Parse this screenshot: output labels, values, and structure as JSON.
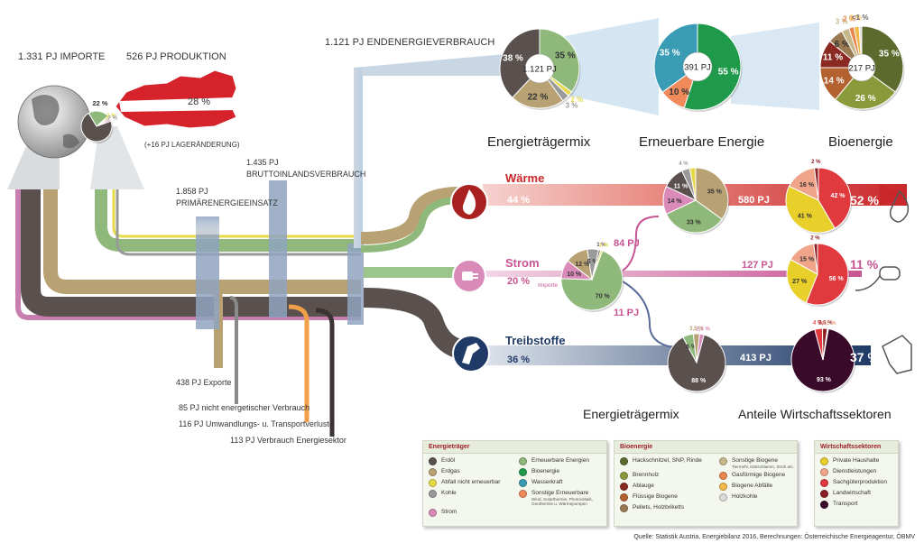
{
  "colors": {
    "erdoel": "#5a504d",
    "erdgas": "#b8a274",
    "abfall": "#e6d94a",
    "kohle": "#9a9a9a",
    "strom": "#d98ab8",
    "erneuerbar": "#8fb97a",
    "bioenergie": "#1f9a4a",
    "wasserkraft": "#3a9bb5",
    "sonstige": "#f08a5a",
    "hackschnitzel": "#5d6a2e",
    "brennholz": "#8a9a3a",
    "ablauge": "#8a2a22",
    "fluessig": "#b3612e",
    "pellets": "#9a7a52",
    "sonst_bio": "#c5b88a",
    "gasfoermig": "#e8874e",
    "abfaelle_bio": "#f2b84a",
    "holzkohle": "#dcdcdc",
    "haushalte": "#e8cf2a",
    "dienstleistungen": "#f0a58a",
    "sachgueter": "#e03a3f",
    "landwirtschaft": "#8a1f25",
    "transport": "#3a0a2a"
  },
  "flows": {
    "import_label": "1.331 PJ IMPORTE",
    "production_label": "526 PJ PRODUKTION",
    "endenergie_label": "1.121 PJ ENDENERGIEVERBRAUCH",
    "brutto_value": "1.435 PJ",
    "brutto_label": "BRUTTOINLANDSVERBRAUCH",
    "primaer_value": "1.858 PJ",
    "primaer_label": "PRIMÄRENERGIEEINSATZ",
    "lager_label": "(+16 PJ LAGERÄNDERUNG)",
    "exports_label": "438 PJ Exporte",
    "nicht_energetisch_label": "85 PJ nicht energetischer Verbrauch",
    "umwandlung_label": "116 PJ Umwandlungs- u. Transportverluste",
    "energiesektor_label": "113 PJ Verbrauch Energiesektor"
  },
  "titles": {
    "energietraegermix_top": "Energieträgermix",
    "erneuerbare": "Erneuerbare Energie",
    "bioenergie": "Bioenergie",
    "energietraegermix_bottom": "Energieträgermix",
    "wirtschaftssektoren": "Anteile Wirtschaftssektoren"
  },
  "sectors": {
    "waerme": {
      "name": "Wärme",
      "share": "44 %",
      "pj": "580 PJ",
      "final": "52 %"
    },
    "strom": {
      "name": "Strom",
      "share": "20 %",
      "pj": "127 PJ",
      "final": "11 %",
      "to_waerme": "84 PJ",
      "to_treib": "11 PJ",
      "import_label": "Importe"
    },
    "treibstoffe": {
      "name": "Treibstoffe",
      "share": "36 %",
      "pj": "413 PJ",
      "final": "37 %"
    }
  },
  "chart_data": [
    {
      "type": "pie",
      "id": "imports",
      "slices": [
        {
          "key": "erdoel",
          "value": 72,
          "label": "72 %"
        },
        {
          "key": "erneuerbar",
          "value": 22,
          "label": "22 %"
        },
        {
          "key": "abfall",
          "value": 2,
          "label": "2 %"
        },
        {
          "key": "kohle",
          "value": 2,
          "label": "2 %"
        },
        {
          "key": "strom",
          "value": 2,
          "label": ""
        }
      ]
    },
    {
      "type": "pie",
      "id": "production",
      "slices": [
        {
          "key": "sachgueter",
          "value": 28,
          "label": "28 %"
        }
      ]
    },
    {
      "type": "pie",
      "id": "energietraegermix",
      "center": "1.121 PJ",
      "slices": [
        {
          "key": "erneuerbar",
          "value": 35,
          "label": "35 %"
        },
        {
          "key": "abfall",
          "value": 2,
          "label": "2 %"
        },
        {
          "key": "kohle",
          "value": 3,
          "label": "3 %"
        },
        {
          "key": "erdgas",
          "value": 22,
          "label": "22 %"
        },
        {
          "key": "erdoel",
          "value": 38,
          "label": "38 %"
        }
      ]
    },
    {
      "type": "pie",
      "id": "erneuerbare",
      "center": "391 PJ",
      "slices": [
        {
          "key": "bioenergie",
          "value": 55,
          "label": "55 %"
        },
        {
          "key": "sonstige",
          "value": 10,
          "label": "10 %"
        },
        {
          "key": "wasserkraft",
          "value": 35,
          "label": "35 %"
        }
      ]
    },
    {
      "type": "pie",
      "id": "bioenergie",
      "center": "217 PJ",
      "slices": [
        {
          "key": "hackschnitzel",
          "value": 35,
          "label": "35 %"
        },
        {
          "key": "brennholz",
          "value": 26,
          "label": "26 %"
        },
        {
          "key": "fluessig",
          "value": 14,
          "label": "14 %"
        },
        {
          "key": "ablauge",
          "value": 11,
          "label": "11 %"
        },
        {
          "key": "pellets",
          "value": 6,
          "label": "6 %"
        },
        {
          "key": "sonst_bio",
          "value": 3,
          "label": "3 %"
        },
        {
          "key": "gasfoermig",
          "value": 2,
          "label": "2 %"
        },
        {
          "key": "abfaelle_bio",
          "value": 2,
          "label": "2 %"
        },
        {
          "key": "holzkohle",
          "value": 1,
          "label": "<1 %"
        }
      ]
    },
    {
      "type": "pie",
      "id": "waerme_mix",
      "slices": [
        {
          "key": "erdgas",
          "value": 35,
          "label": "35 %"
        },
        {
          "key": "erneuerbar",
          "value": 33,
          "label": "33 %"
        },
        {
          "key": "strom",
          "value": 14,
          "label": "14 %"
        },
        {
          "key": "erdoel",
          "value": 11,
          "label": "11 %"
        },
        {
          "key": "kohle",
          "value": 4,
          "label": "4 %"
        },
        {
          "key": "abfall",
          "value": 3,
          "label": ""
        }
      ]
    },
    {
      "type": "pie",
      "id": "strom_mix",
      "slices": [
        {
          "key": "erneuerbar",
          "value": 70,
          "label": "70 %"
        },
        {
          "key": "strom",
          "value": 10,
          "label": "10 %"
        },
        {
          "key": "erdgas",
          "value": 12,
          "label": "12 %"
        },
        {
          "key": "kohle",
          "value": 6,
          "label": "6 %"
        },
        {
          "key": "erdoel",
          "value": 1,
          "label": "1 %"
        },
        {
          "key": "abfall",
          "value": 1,
          "label": "1 %"
        }
      ]
    },
    {
      "type": "pie",
      "id": "treib_mix",
      "slices": [
        {
          "key": "erdoel",
          "value": 88,
          "label": "88 %"
        },
        {
          "key": "erneuerbar",
          "value": 6,
          "label": "6 %"
        },
        {
          "key": "erdgas",
          "value": 3.5,
          "label": "3,5 %"
        },
        {
          "key": "strom",
          "value": 2.5,
          "label": "2,5 %"
        }
      ]
    },
    {
      "type": "pie",
      "id": "waerme_sektor",
      "slices": [
        {
          "key": "sachgueter",
          "value": 42,
          "label": "42 %"
        },
        {
          "key": "haushalte",
          "value": 41,
          "label": "41 %"
        },
        {
          "key": "dienstleistungen",
          "value": 16,
          "label": "16 %"
        },
        {
          "key": "landwirtschaft",
          "value": 2,
          "label": "2 %"
        }
      ]
    },
    {
      "type": "pie",
      "id": "strom_sektor",
      "slices": [
        {
          "key": "sachgueter",
          "value": 56,
          "label": "56 %"
        },
        {
          "key": "haushalte",
          "value": 27,
          "label": "27 %"
        },
        {
          "key": "dienstleistungen",
          "value": 15,
          "label": "15 %"
        },
        {
          "key": "landwirtschaft",
          "value": 2,
          "label": "2 %"
        }
      ]
    },
    {
      "type": "pie",
      "id": "treib_sektor",
      "slices": [
        {
          "key": "transport",
          "value": 93,
          "label": "93 %"
        },
        {
          "key": "sachgueter",
          "value": 4,
          "label": "4 %"
        },
        {
          "key": "landwirtschaft",
          "value": 2.5,
          "label": "2,5 %"
        },
        {
          "key": "dienstleistungen",
          "value": 0.5,
          "label": "0,5 %"
        }
      ]
    }
  ],
  "legends": {
    "energietraeger": {
      "title": "Energieträger",
      "items": [
        {
          "key": "erdoel",
          "label": "Erdöl"
        },
        {
          "key": "erneuerbar",
          "label": "Erneuerbare Energien"
        },
        {
          "key": "erdgas",
          "label": "Erdgas"
        },
        {
          "key": "bioenergie",
          "label": "Bioenergie"
        },
        {
          "key": "abfall",
          "label": "Abfall nicht erneuerbar"
        },
        {
          "key": "wasserkraft",
          "label": "Wasserkraft"
        },
        {
          "key": "kohle",
          "label": "Kohle"
        },
        {
          "key": "sonstige",
          "label": "Sonstige Erneuerbare",
          "sub": "Wind, Solarthermie, Photovoltaik, Geothermie u. Wärmepumpen"
        },
        {
          "key": "strom",
          "label": "Strom"
        }
      ]
    },
    "bioenergie": {
      "title": "Bioenergie",
      "items": [
        {
          "key": "hackschnitzel",
          "label": "Hackschnitzel, SNP, Rinde"
        },
        {
          "key": "sonst_bio",
          "label": "Sonstige Biogene",
          "sub": "Tiermehl, Klärschlamm, Stroh etc."
        },
        {
          "key": "brennholz",
          "label": "Brennholz"
        },
        {
          "key": "gasfoermig",
          "label": "Gasförmige Biogene"
        },
        {
          "key": "ablauge",
          "label": "Ablauge"
        },
        {
          "key": "abfaelle_bio",
          "label": "Biogene Abfälle"
        },
        {
          "key": "fluessig",
          "label": "Flüssige Biogene"
        },
        {
          "key": "holzkohle",
          "label": "Holzkohle"
        },
        {
          "key": "pellets",
          "label": "Pellets, Holzbriketts"
        }
      ]
    },
    "wirtschaftssektoren": {
      "title": "Wirtschaftssektoren",
      "items": [
        {
          "key": "haushalte",
          "label": "Private Haushalte"
        },
        {
          "key": "dienstleistungen",
          "label": "Dienstleistungen"
        },
        {
          "key": "sachgueter",
          "label": "Sachgüterproduktion"
        },
        {
          "key": "landwirtschaft",
          "label": "Landwirtschaft"
        },
        {
          "key": "transport",
          "label": "Transport"
        }
      ]
    }
  },
  "source": "Quelle: Statistik Austria, Energiebilanz 2016, Berechnungen: Österreichische Energieagentur, ÖBMV"
}
